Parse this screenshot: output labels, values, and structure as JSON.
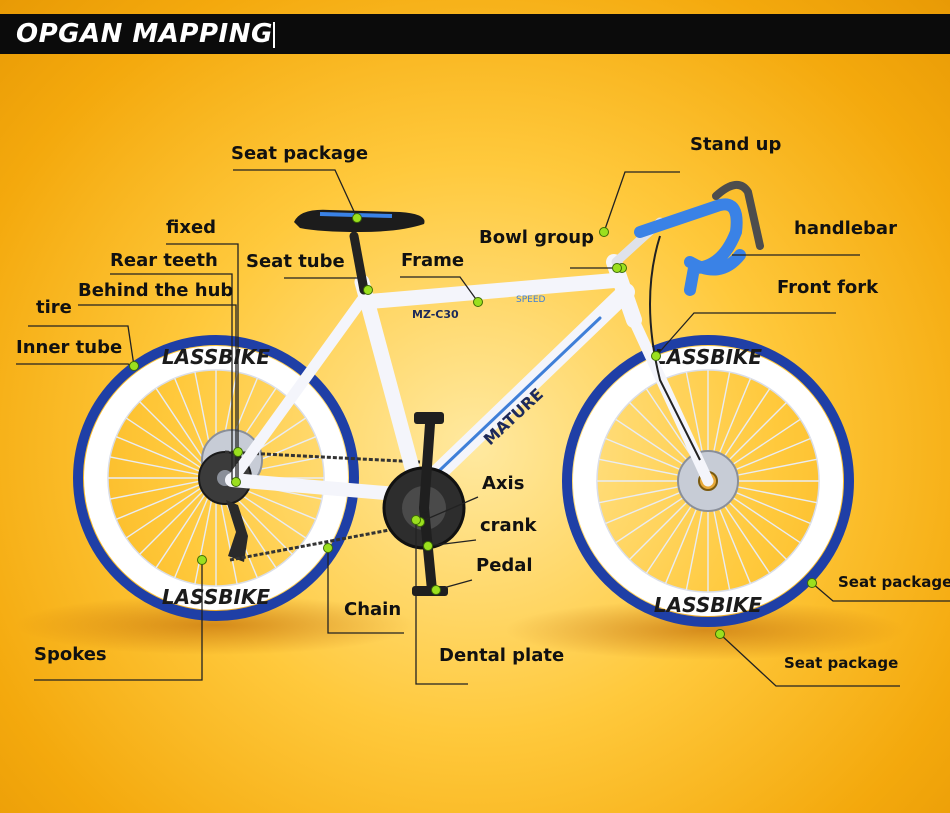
{
  "header": {
    "title": "OPGAN MAPPING"
  },
  "frame_decal": {
    "model": "MZ-C30",
    "brand": "MATURE",
    "badge": "SPEED"
  },
  "tire_text": "LASSBIKE",
  "colors": {
    "background": "#ffc93c",
    "header": "#0b0b0b",
    "tire": "#1f3fa6",
    "frame": "#f4f5fb",
    "frame_accent": "#3f7fd8",
    "handlebar_tape": "#3a82e6",
    "marker": "#9be01e",
    "leader_line": "#222222"
  },
  "labels": {
    "seat_package_top": "Seat package",
    "stand_up": "Stand up",
    "fixed": "fixed",
    "handlebar": "handlebar",
    "bowl_group": "Bowl group",
    "rear_teeth": "Rear teeth",
    "seat_tube": "Seat tube",
    "frame": "Frame",
    "behind_the_hub": "Behind the hub",
    "tire": "tire",
    "front_fork": "Front fork",
    "inner_tube": "Inner tube",
    "axis": "Axis",
    "crank": "crank",
    "pedal": "Pedal",
    "seat_package_right_1": "Seat package",
    "chain": "Chain",
    "spokes": "Spokes",
    "dental_plate": "Dental plate",
    "seat_package_right_2": "Seat package"
  }
}
